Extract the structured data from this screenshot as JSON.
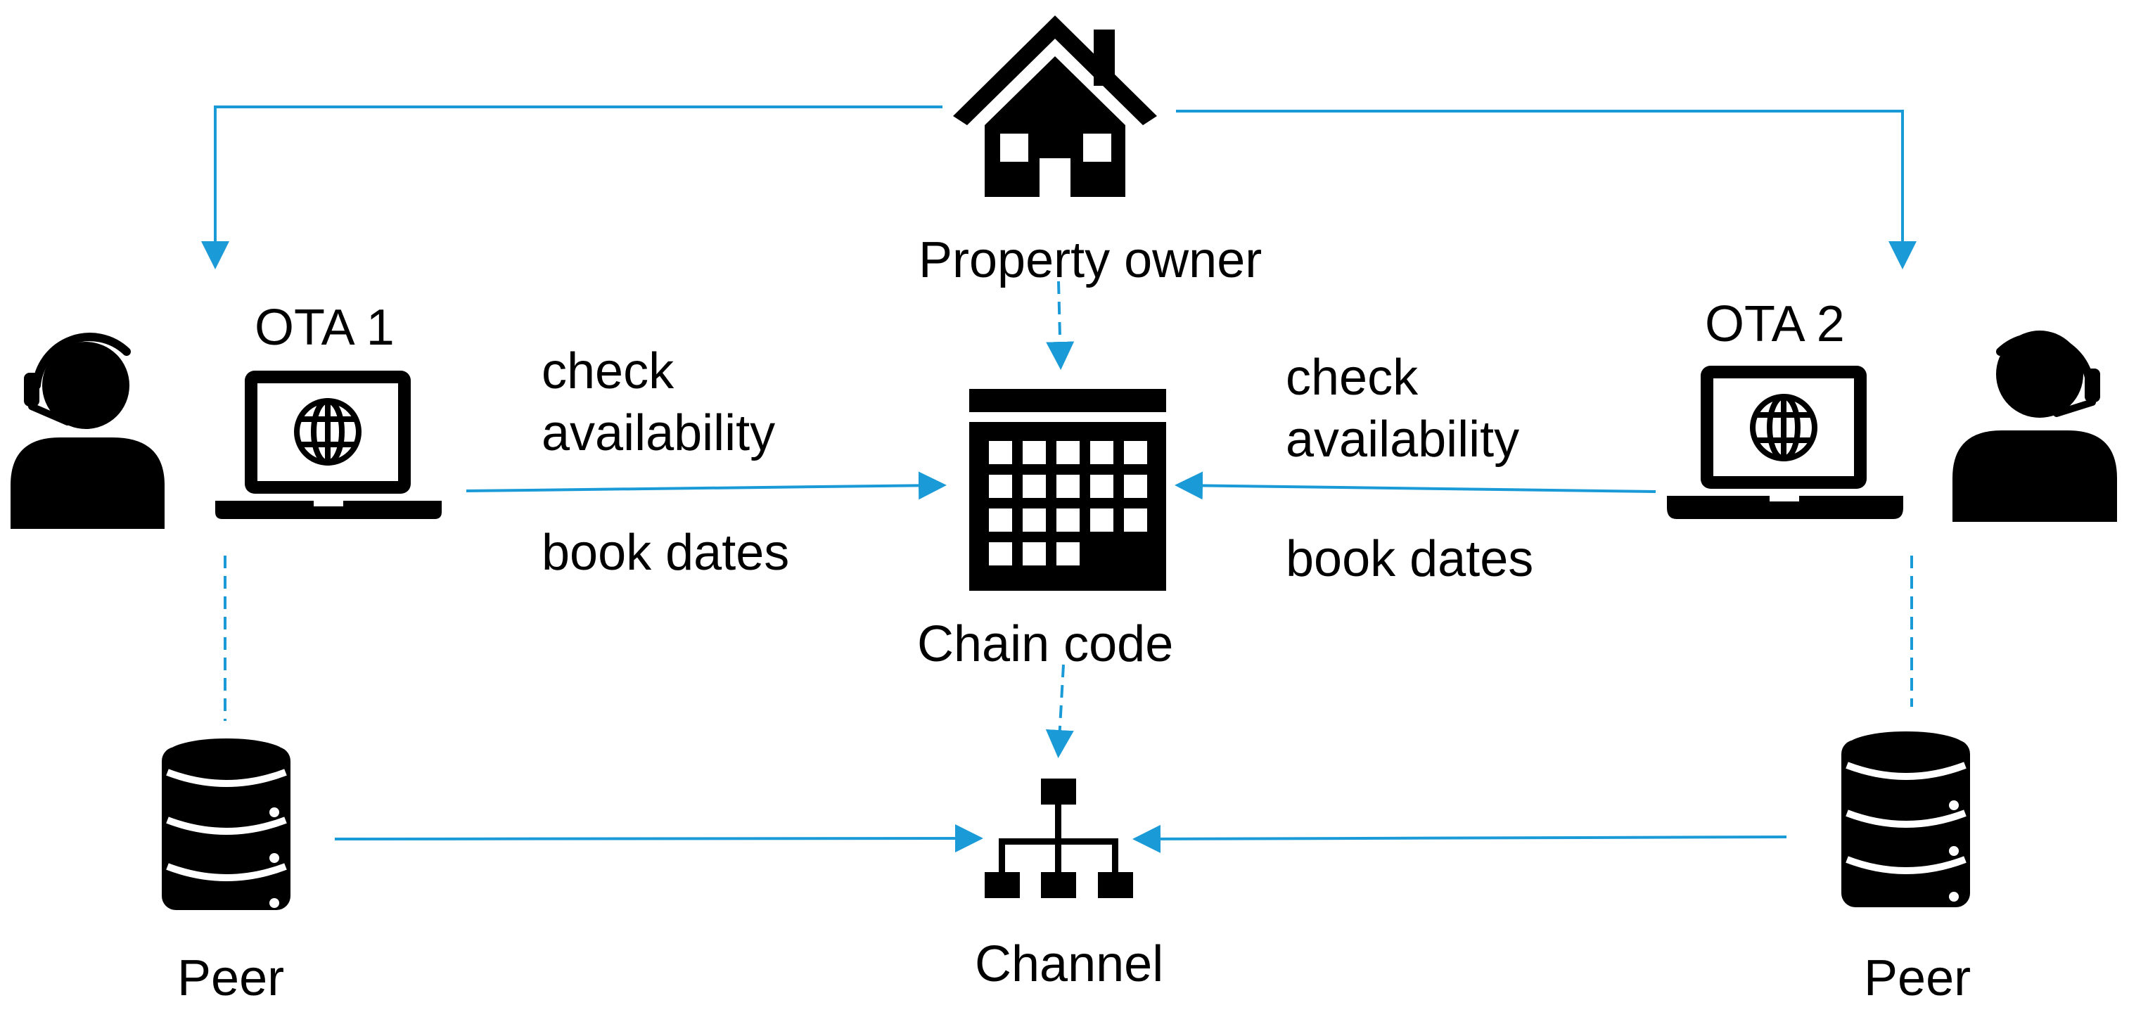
{
  "colors": {
    "arrow": "#1a9bd7",
    "icon": "#000000"
  },
  "nodes": {
    "property_owner": {
      "label": "Property owner",
      "icon": "house-icon"
    },
    "ota1": {
      "label": "OTA 1",
      "icon": "laptop-globe-icon",
      "agent_icon": "headset-agent-icon"
    },
    "ota2": {
      "label": "OTA 2",
      "icon": "laptop-globe-icon",
      "agent_icon": "headset-agent-icon"
    },
    "chain_code": {
      "label": "Chain code",
      "icon": "calendar-icon"
    },
    "peer_left": {
      "label": "Peer",
      "icon": "database-icon"
    },
    "peer_right": {
      "label": "Peer",
      "icon": "database-icon"
    },
    "channel": {
      "label": "Channel",
      "icon": "network-hierarchy-icon"
    }
  },
  "edge_labels": {
    "left_upper": "check\navailability",
    "left_lower": "book dates",
    "right_upper": "check\navailability",
    "right_lower": "book dates"
  }
}
